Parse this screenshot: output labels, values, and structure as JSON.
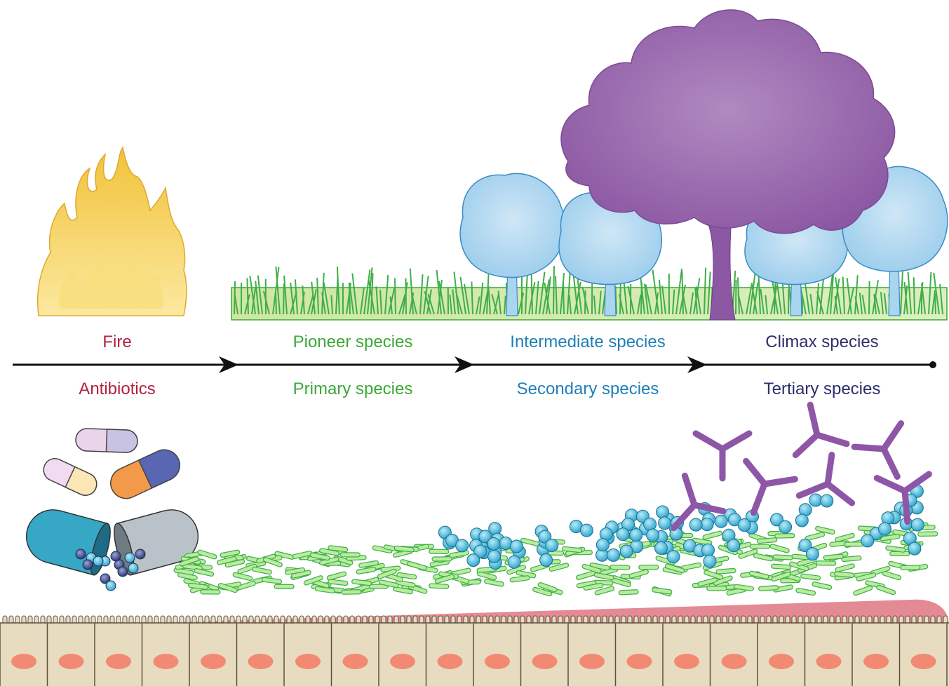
{
  "colors": {
    "fire": "#b41f3e",
    "pioneer": "#3aaa35",
    "intermediate": "#1f7fb8",
    "climax": "#2b2f6b",
    "flame": "#f0c43a",
    "grass": "#3fae49",
    "meadow": "#cfe8a8",
    "tree_light": "#a9d5ee",
    "tree_climax": "#9a68ad",
    "mucus": "#e48a95",
    "cell": "#e8dcc0",
    "nucleus": "#f28a73",
    "rod": "#8ad96c",
    "coccus": "#4fc0de",
    "hypha": "#8e56a6"
  },
  "stages": [
    {
      "top_label": "Fire",
      "bottom_label": "Antibiotics",
      "color_key": "fire"
    },
    {
      "top_label": "Pioneer species",
      "bottom_label": "Primary species",
      "color_key": "pioneer"
    },
    {
      "top_label": "Intermediate species",
      "bottom_label": "Secondary species",
      "color_key": "intermediate"
    },
    {
      "top_label": "Climax species",
      "bottom_label": "Tertiary species",
      "color_key": "climax"
    }
  ],
  "icons": [
    "flame-icon",
    "grass-icon",
    "tree-icon",
    "capsule-icon",
    "rod-bacteria-icon",
    "coccus-bacteria-icon",
    "fungal-hypha-icon",
    "epithelial-cell-icon"
  ]
}
